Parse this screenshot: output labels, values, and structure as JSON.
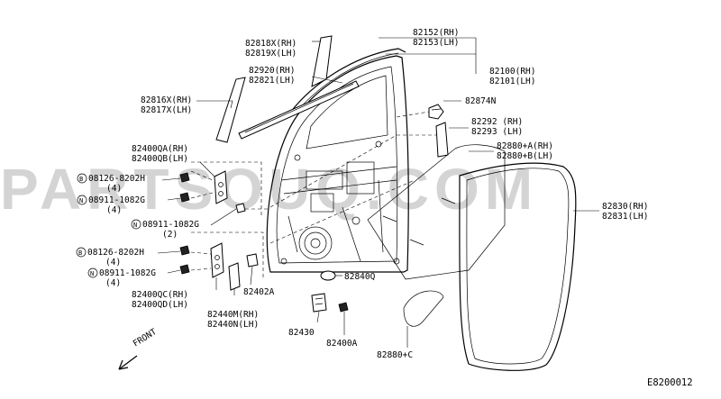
{
  "watermark": "PARTSOUQ.COM",
  "diagram_code": "E8200012",
  "front_label": "FRONT",
  "labels": {
    "p82818x": "82818X(RH)",
    "p82819x": "82819X(LH)",
    "p82920": "82920(RH)",
    "p82821": "82821(LH)",
    "p82816x": "82816X(RH)",
    "p82817x": "82817X(LH)",
    "p82152": "82152(RH)",
    "p82153": "82153(LH)",
    "p82100": "82100(RH)",
    "p82101": "82101(LH)",
    "p82874n": "82874N",
    "p82292": "82292 (RH)",
    "p82293": "82293 (LH)",
    "p82880a": "82880+A(RH)",
    "p82880b": "82880+B(LH)",
    "p82830": "82830(RH)",
    "p82831": "82831(LH)",
    "p82400qa": "82400QA(RH)",
    "p82400qb": "82400QB(LH)",
    "b08126_1": "08126-8202H",
    "b08126_1_qty": "(4)",
    "n08911_1": "08911-1082G",
    "n08911_1_qty": "(4)",
    "n08911_2": "08911-1082G",
    "n08911_2_qty": "(2)",
    "b08126_2": "08126-8202H",
    "b08126_2_qty": "(4)",
    "n08911_3": "08911-1082G",
    "n08911_3_qty": "(4)",
    "p82400qc": "82400QC(RH)",
    "p82400qd": "82400QD(LH)",
    "p82402a": "82402A",
    "p82840q": "82840Q",
    "p82440m": "82440M(RH)",
    "p82440n": "82440N(LH)",
    "p82430": "82430",
    "p82400a": "82400A",
    "p82880c": "82880+C"
  },
  "circle_prefixes": {
    "bolt": "B",
    "nut": "N"
  }
}
